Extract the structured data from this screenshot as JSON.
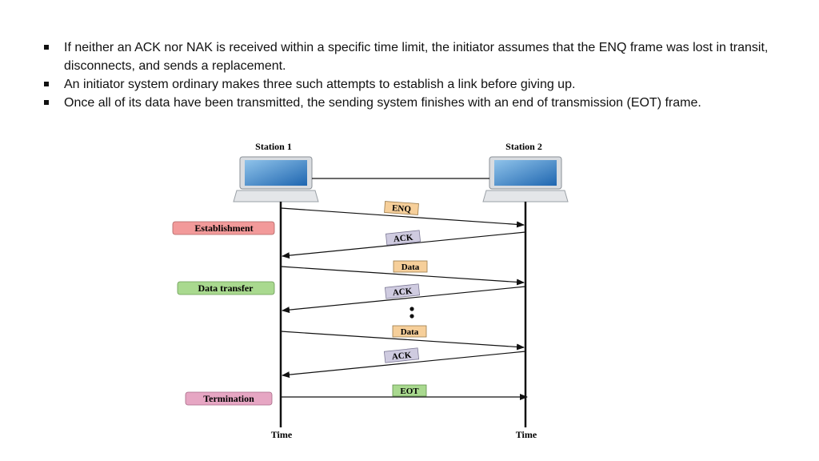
{
  "bullets": [
    "If neither an ACK nor NAK is received within a specific time limit, the initiator assumes that the ENQ frame was lost in transit, disconnects, and sends a replacement.",
    "An initiator system ordinary makes three such attempts to establish a link before giving up.",
    "Once all of its data have been transmitted, the sending system finishes with an end of transmission (EOT) frame."
  ],
  "diagram": {
    "station1": "Station 1",
    "station2": "Station 2",
    "time_left": "Time",
    "time_right": "Time",
    "phases": {
      "establishment": "Establishment",
      "data_transfer": "Data transfer",
      "termination": "Termination"
    },
    "frames": {
      "enq": "ENQ",
      "ack1": "ACK",
      "data1": "Data",
      "ack2": "ACK",
      "data2": "Data",
      "ack3": "ACK",
      "eot": "EOT"
    },
    "colors": {
      "establishment": "#f29a9a",
      "data_transfer": "#a9d98f",
      "termination": "#e6a6c3",
      "enq": "#f6cf9a",
      "ack": "#cfcbe0",
      "data": "#f6cf9a",
      "eot": "#a9d98f"
    }
  }
}
